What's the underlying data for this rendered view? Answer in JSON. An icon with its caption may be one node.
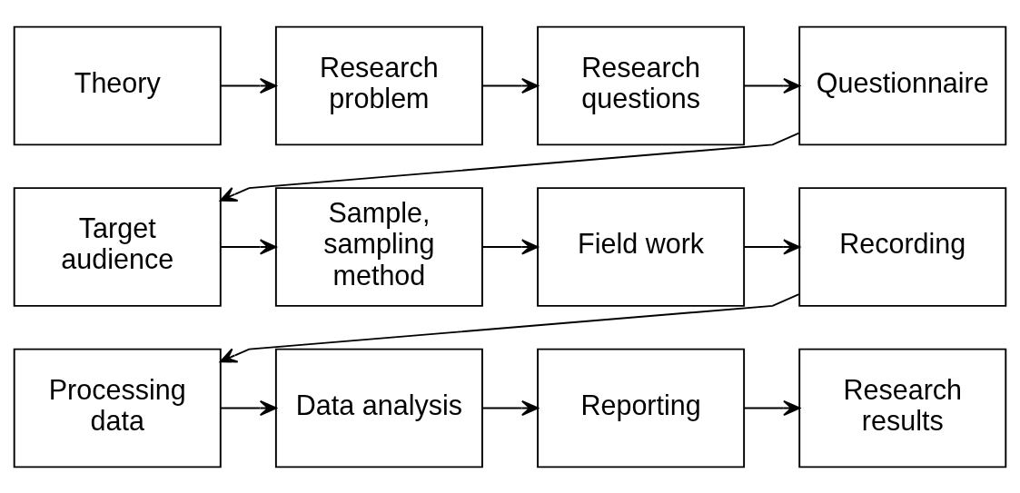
{
  "diagram": {
    "nodes": [
      {
        "text": [
          "Theory"
        ]
      },
      {
        "text": [
          "Research problem"
        ]
      },
      {
        "text": [
          "Research questions"
        ]
      },
      {
        "text": [
          "Questionnaire"
        ]
      },
      {
        "text": [
          "Target audience"
        ]
      },
      {
        "text": [
          "Sample, sampling method"
        ]
      },
      {
        "text": [
          "Field work"
        ]
      },
      {
        "text": [
          "Recording"
        ]
      },
      {
        "text": [
          "Processing data"
        ]
      },
      {
        "text": [
          "Data analysis"
        ]
      },
      {
        "text": [
          "Reporting"
        ]
      },
      {
        "text": [
          "Research results"
        ]
      }
    ],
    "edges": [
      {
        "from": 0,
        "to": 1,
        "arrow": "to"
      },
      {
        "from": 1,
        "to": 2,
        "arrow": "to"
      },
      {
        "from": 2,
        "to": 3,
        "arrow": "to"
      },
      {
        "from": 3,
        "to": 4,
        "arrow": "to"
      },
      {
        "from": 4,
        "to": 5,
        "arrow": "to"
      },
      {
        "from": 5,
        "to": 6,
        "arrow": "to"
      },
      {
        "from": 6,
        "to": 7,
        "arrow": "to"
      },
      {
        "from": 7,
        "to": 8,
        "arrow": "to"
      },
      {
        "from": 8,
        "to": 9,
        "arrow": "to"
      },
      {
        "from": 9,
        "to": 10,
        "arrow": "to"
      },
      {
        "from": 10,
        "to": 11,
        "arrow": "to"
      }
    ]
  }
}
